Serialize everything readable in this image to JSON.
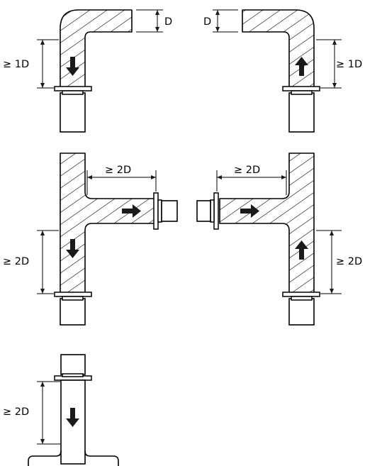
{
  "labels": {
    "d_top_left": "D",
    "d_top_right": "D",
    "min_1d_left": "≥ 1D",
    "min_1d_right": "≥ 1D",
    "min_2d_tee_left_horizontal": "≥ 2D",
    "min_2d_tee_right_horizontal": "≥ 2D",
    "min_2d_tee_left_vertical": "≥ 2D",
    "min_2d_tee_right_vertical": "≥ 2D",
    "min_2d_bottom": "≥ 2D"
  },
  "colors": {
    "line": "#000000",
    "arrow": "#1a1a1a",
    "background": "#ffffff"
  },
  "icons": {
    "flow_down": "arrow-down-icon",
    "flow_up": "arrow-up-icon",
    "flow_right": "arrow-right-icon"
  }
}
